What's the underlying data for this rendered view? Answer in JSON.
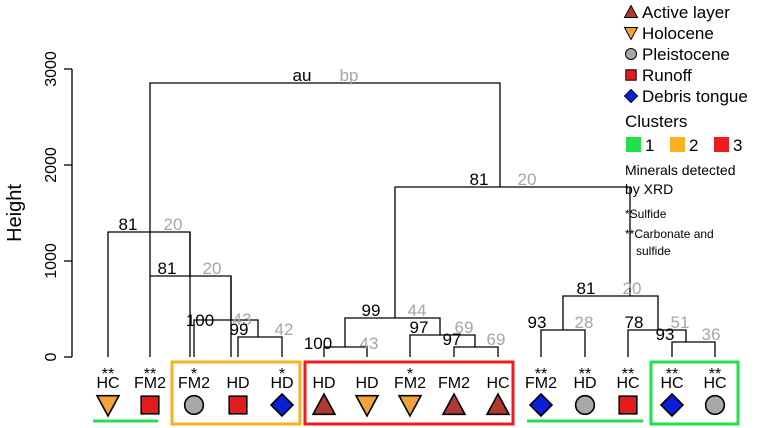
{
  "axis": {
    "title": "Height",
    "ticks": [
      "0",
      "1000",
      "2000",
      "3000"
    ],
    "ylim": [
      0,
      3000
    ]
  },
  "header": {
    "au": "au",
    "bp": "bp"
  },
  "nodes": [
    {
      "au": "81",
      "bp": "20"
    },
    {
      "au": "81",
      "bp": "20"
    },
    {
      "au": "100",
      "bp": "43"
    },
    {
      "au": "99",
      "bp": "42"
    },
    {
      "au": "81",
      "bp": "20"
    },
    {
      "au": "99",
      "bp": "44"
    },
    {
      "au": "100",
      "bp": "43"
    },
    {
      "au": "97",
      "bp": "69"
    },
    {
      "au": "97",
      "bp": "69"
    },
    {
      "au": "81",
      "bp": "20"
    },
    {
      "au": "93",
      "bp": "28"
    },
    {
      "au": "78",
      "bp": "51"
    },
    {
      "au": "93",
      "bp": "36"
    }
  ],
  "leaves": [
    {
      "label": "HC",
      "mark": "**",
      "symbol": "Holocene"
    },
    {
      "label": "FM2",
      "mark": "**",
      "symbol": "Runoff"
    },
    {
      "label": "FM2",
      "mark": "*",
      "symbol": "Pleistocene"
    },
    {
      "label": "HD",
      "mark": "",
      "symbol": "Runoff"
    },
    {
      "label": "HD",
      "mark": "*",
      "symbol": "Debris tongue"
    },
    {
      "label": "HD",
      "mark": "",
      "symbol": "Active layer"
    },
    {
      "label": "HD",
      "mark": "",
      "symbol": "Holocene"
    },
    {
      "label": "FM2",
      "mark": "*",
      "symbol": "Holocene"
    },
    {
      "label": "FM2",
      "mark": "",
      "symbol": "Active layer"
    },
    {
      "label": "HC",
      "mark": "",
      "symbol": "Active layer"
    },
    {
      "label": "FM2",
      "mark": "**",
      "symbol": "Debris tongue"
    },
    {
      "label": "HD",
      "mark": "**",
      "symbol": "Pleistocene"
    },
    {
      "label": "HC",
      "mark": "**",
      "symbol": "Runoff"
    },
    {
      "label": "HC",
      "mark": "**",
      "symbol": "Debris tongue"
    },
    {
      "label": "HC",
      "mark": "**",
      "symbol": "Pleistocene"
    }
  ],
  "legend": {
    "items": [
      {
        "label": "Active layer",
        "icon": "triangle-up-icon",
        "color": "#b03a32"
      },
      {
        "label": "Holocene",
        "icon": "triangle-down-icon",
        "color": "#f0a23c"
      },
      {
        "label": "Pleistocene",
        "icon": "circle-icon",
        "color": "#a8a8a8"
      },
      {
        "label": "Runoff",
        "icon": "square-icon",
        "color": "#e41a1c"
      },
      {
        "label": "Debris tongue",
        "icon": "diamond-icon",
        "color": "#0a1fd8"
      }
    ],
    "clusters_title": "Clusters",
    "clusters": [
      {
        "label": "1",
        "color": "#22e04a"
      },
      {
        "label": "2",
        "color": "#f7b21d"
      },
      {
        "label": "3",
        "color": "#ee1c1c"
      }
    ],
    "minerals_line1": "Minerals detected",
    "minerals_line2": "by XRD",
    "note_sulfide": "*Sulfide",
    "note_carbonate_1": "**Carbonate and",
    "note_carbonate_2": "sulfide"
  },
  "colors": {
    "cluster1": "#22e04a",
    "cluster2": "#f7b21d",
    "cluster3": "#ee1c1c"
  }
}
